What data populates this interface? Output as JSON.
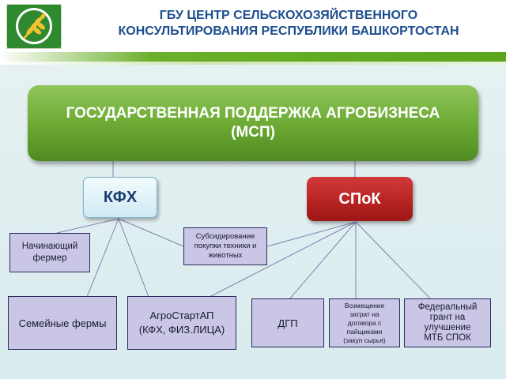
{
  "header": {
    "title_line1": "ГБУ ЦЕНТР СЕЛЬСКОХОЗЯЙСТВЕННОГО",
    "title_line2": "КОНСУЛЬТИРОВАНИЯ РЕСПУБЛИКИ БАШКОРТОСТАН",
    "logo_icon": "wheat-emblem-icon",
    "accent_color": "#6bb02a",
    "title_color": "#1d4e8f"
  },
  "diagram": {
    "main": {
      "line1": "ГОСУДАРСТВЕННАЯ ПОДДЕРЖКА АГРОБИЗНЕСА",
      "line2": "(МСП)"
    },
    "kfh": "КФХ",
    "spok": "СПоК",
    "nodes": {
      "start_farmer": {
        "line1": "Начинающий",
        "line2": "фермер"
      },
      "subsidy": {
        "line1": "Субсидирование",
        "line2": "покупки техники и",
        "line3": "животных"
      },
      "family": "Семейные фермы",
      "agro": {
        "line1": "АгроСтартАП",
        "line2": "(КФХ, ФИЗ.ЛИЦА)"
      },
      "dgp": "ДГП",
      "vozm": {
        "line1": "Возмещение",
        "line2": "затрат на",
        "line3": "договора с",
        "line4": "пайщиками",
        "line5": "(закуп сырья)"
      },
      "fed": {
        "line1": "Федеральный",
        "line2": "грант на",
        "line3": "улучшение",
        "line4": "МТБ СПОК"
      }
    }
  }
}
